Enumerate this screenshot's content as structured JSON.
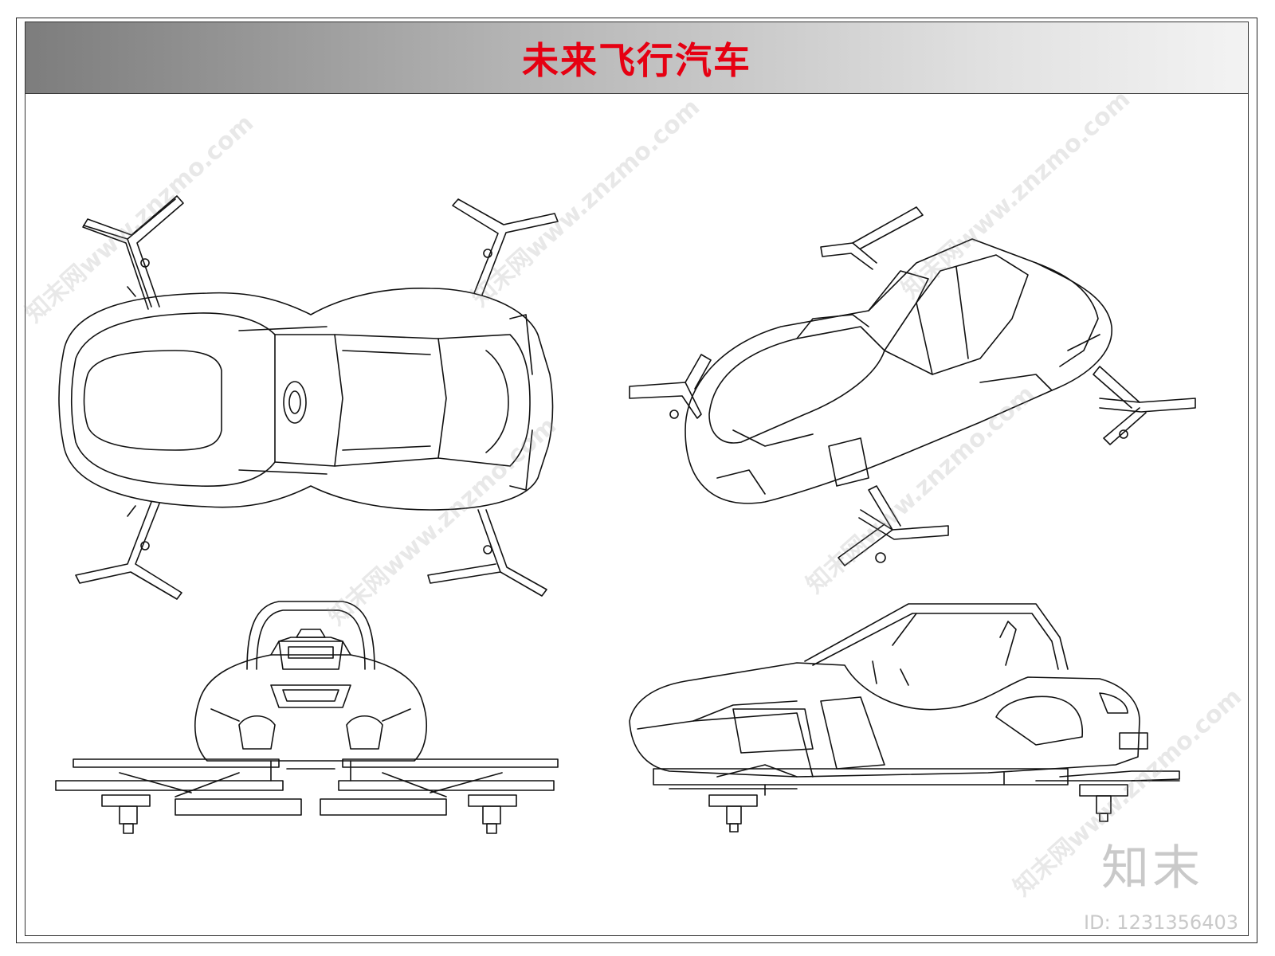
{
  "title": "未来飞行汽车",
  "title_color": "#e60012",
  "watermark": {
    "text": "知末网www.znzmo.com"
  },
  "brand": {
    "logo_text": "知末",
    "image_id": "ID: 1231356403"
  },
  "views": [
    {
      "name": "top-view"
    },
    {
      "name": "perspective-view"
    },
    {
      "name": "front-view"
    },
    {
      "name": "side-view"
    }
  ]
}
